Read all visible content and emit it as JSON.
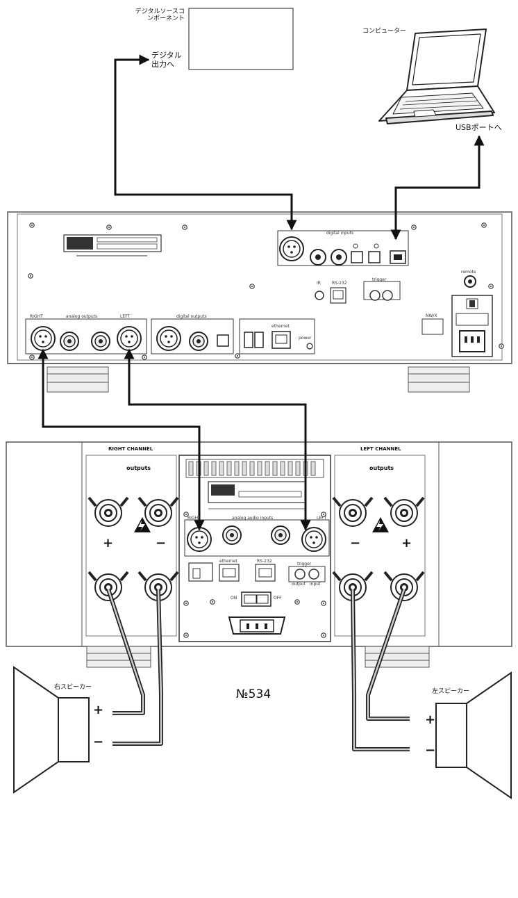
{
  "labels": {
    "digital_source_component": "デジタルソースコ\nンポーネント",
    "to_digital_output": "デジタル\n出力へ",
    "computer": "コンピューター",
    "to_usb_port": "USBポートへ",
    "model_number": "№534",
    "right_speaker": "右スピーカー",
    "left_speaker": "左スピーカー",
    "plus": "+",
    "minus": "−"
  },
  "source_panel": {
    "digital_inputs": "digital inputs",
    "analog_outputs": "analog outputs",
    "right": "RIGHT",
    "left": "LEFT",
    "digital_outputs": "digital outputs",
    "ethernet": "ethernet",
    "rs232": "RS-232",
    "ir": "IR",
    "trigger": "trigger",
    "remote": "remote",
    "version": "NW/X",
    "power": "power"
  },
  "amp_panel": {
    "right_channel": "RIGHT CHANNEL",
    "left_channel": "LEFT CHANNEL",
    "outputs": "outputs",
    "analog_audio_inputs": "analog audio inputs",
    "right": "RIGHT",
    "left": "LEFT",
    "ethernet": "ethernet",
    "rs232": "RS-232",
    "trigger": "trigger",
    "output": "output",
    "input": "input",
    "on": "ON",
    "off": "OFF"
  },
  "colors": {
    "line": "#111111",
    "panel_fill": "#ffffff",
    "panel_stroke": "#555555",
    "speaker_wire_outer": "#222222",
    "speaker_wire_inner": "#cfcfcf",
    "warning_fill": "#111111"
  }
}
